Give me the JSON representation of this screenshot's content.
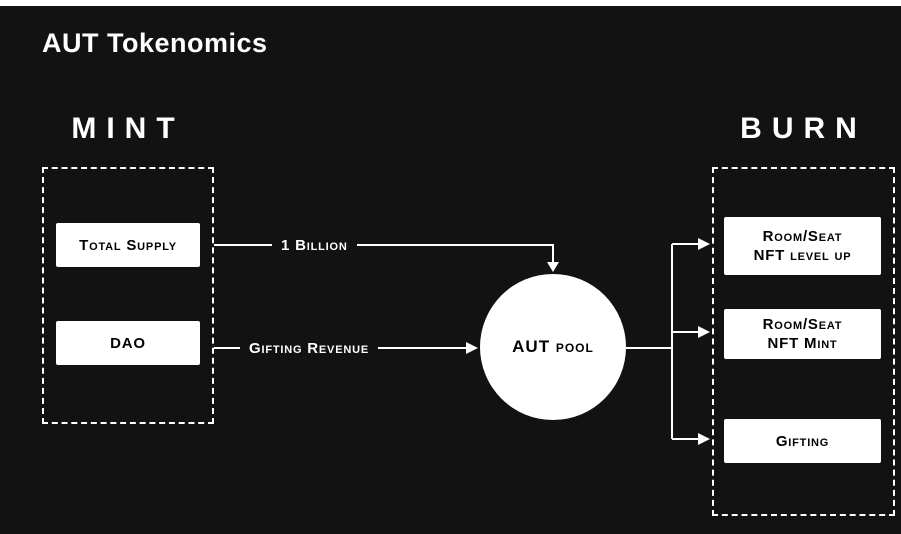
{
  "page": {
    "title": "AUT Tokenomics"
  },
  "colors": {
    "background": "#121212",
    "node_fill": "#ffffff",
    "node_text": "#000000",
    "line": "#ffffff",
    "top_strip": "#ffffff"
  },
  "mint": {
    "heading": "MINT",
    "nodes": [
      "Total Supply",
      "DAO"
    ]
  },
  "pool": {
    "label": "AUT pool"
  },
  "burn": {
    "heading": "BURN",
    "nodes": [
      [
        "Room/Seat",
        "NFT level up"
      ],
      [
        "Room/Seat",
        "NFT Mint"
      ],
      [
        "Gifting"
      ]
    ]
  },
  "edges": {
    "supply_to_pool_label": "1 Billion",
    "dao_to_pool_label": "Gifting Revenue"
  }
}
